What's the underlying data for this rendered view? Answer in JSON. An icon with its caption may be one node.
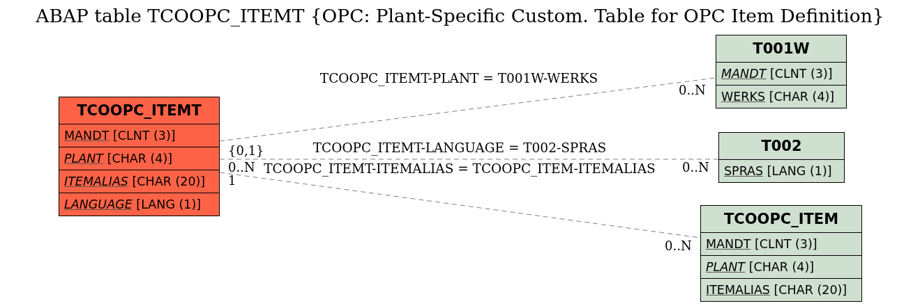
{
  "diagram": {
    "title": "ABAP table TCOOPC_ITEMT {OPC: Plant-Specific Custom. Table for OPC Item Definition}",
    "nodes": [
      {
        "text": [
          "TCOOPC_ITEMT",
          "MANDT [CLNT (3)]",
          "*PLANT* [CHAR (4)]",
          "*ITEMALIAS* [CHAR (20)]",
          "*LANGUAGE* [LANG (1)]"
        ]
      },
      {
        "text": [
          "T001W",
          "*MANDT* [CLNT (3)]",
          "WERKS [CHAR (4)]"
        ]
      },
      {
        "text": [
          "T002",
          "SPRAS [LANG (1)]"
        ]
      },
      {
        "text": [
          "TCOOPC_ITEM",
          "MANDT [CLNT (3)]",
          "*PLANT* [CHAR (4)]",
          "ITEMALIAS [CHAR (20)]"
        ]
      }
    ],
    "edges": [
      {
        "from": 0,
        "to": 1,
        "arrow": "none",
        "label": "TCOOPC_ITEMT-PLANT = T001W-WERKS",
        "style": "dashed"
      },
      {
        "from": 0,
        "to": 2,
        "arrow": "none",
        "label": "TCOOPC_ITEMT-LANGUAGE = T002-SPRAS",
        "style": "dashed"
      },
      {
        "from": 0,
        "to": 3,
        "arrow": "none",
        "label": "TCOOPC_ITEMT-ITEMALIAS = TCOOPC_ITEM-ITEMALIAS",
        "style": "dashed"
      }
    ],
    "labels": [
      "0..N",
      "{0,1}",
      "0..N",
      "0..N",
      "1",
      "0..N"
    ]
  }
}
